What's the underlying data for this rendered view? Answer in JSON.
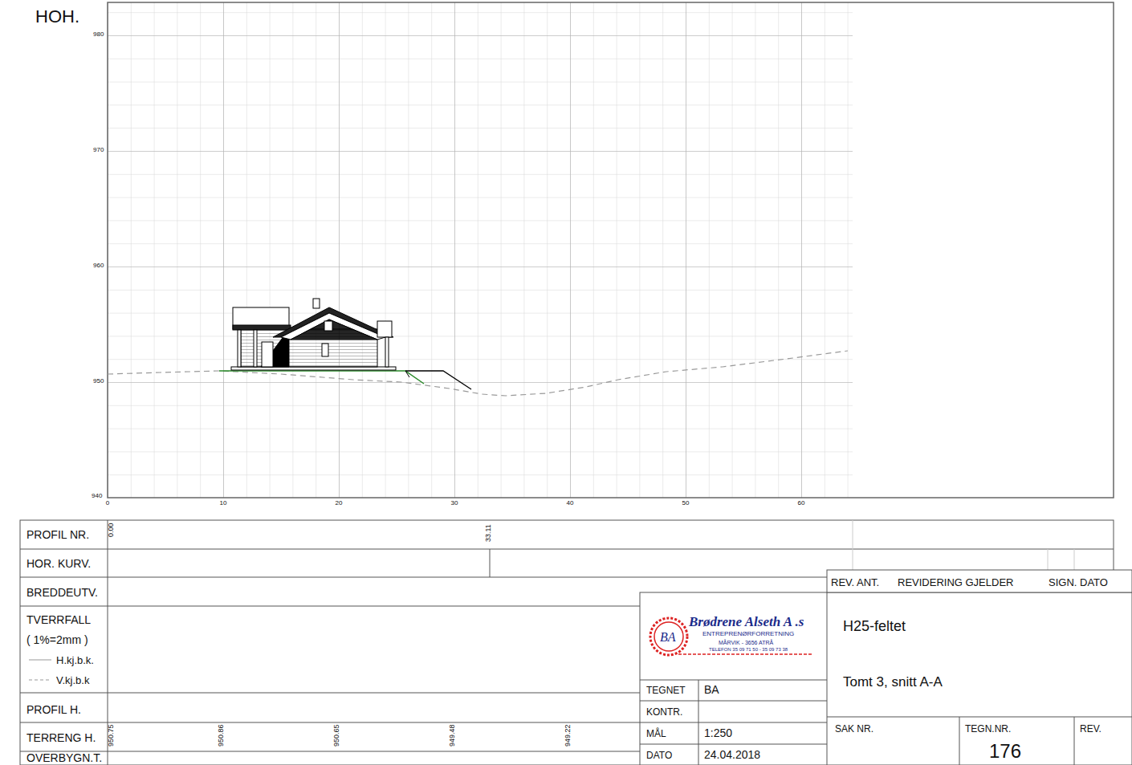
{
  "diagram": {
    "labels": [
      "HOH.",
      "980",
      "970",
      "960",
      "950",
      "940",
      "0",
      "10",
      "20",
      "30",
      "40",
      "50",
      "60",
      "PROFIL NR.",
      "HOR. KURV.",
      "BREDDEUTV.",
      "TVERRFALL",
      "( 1%=2mm )",
      "H.kj.b.k.",
      "V.kj.b.k",
      "PROFIL H.",
      "TERRENG H.",
      "OVERBYGN.T.",
      "0.00",
      "33.11",
      "950.75",
      "950.86",
      "950.65",
      "949.48",
      "949.22",
      "REV. ANT.",
      "REVIDERING GJELDER",
      "SIGN. DATO",
      "BA",
      "Brødrene Alseth A .s",
      "ENTREPRENØRFORRETNING",
      "MÅRVIK - 3656 ATRÅ",
      "TELEFON 35 09 71 50 - 35 09 73 38",
      "TEGNET",
      "BA",
      "KONTR.",
      "MÅL",
      "1:250",
      "DATO",
      "24.04.2018",
      "H25-feltet",
      "Tomt 3, snitt A-A",
      "SAK NR.",
      "TEGN.NR.",
      "176",
      "REV."
    ]
  }
}
